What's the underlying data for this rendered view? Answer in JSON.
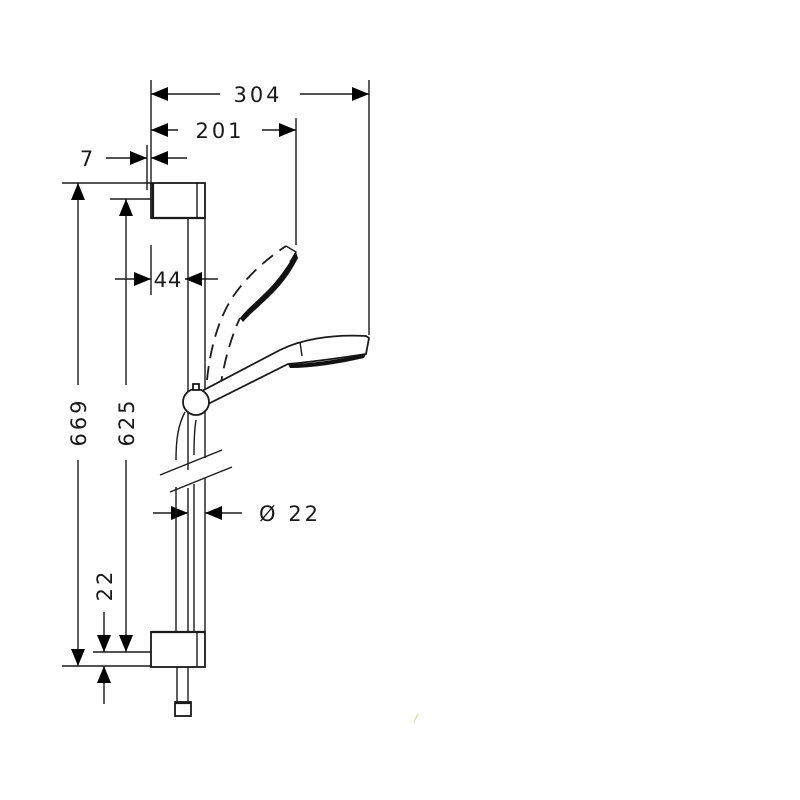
{
  "drawing": {
    "title": "Shower rail set dimension drawing",
    "units": "mm",
    "line_color": "#1a1a1a",
    "background": "#ffffff",
    "dimensions": {
      "overall_reach": "304",
      "handshower_reach": "201",
      "wall_offset": "7",
      "rail_offset": "44",
      "total_height": "669",
      "bracket_spacing": "625",
      "bottom_bracket_height": "22",
      "rail_diameter": "Ø 22"
    },
    "components": [
      "top-wall-bracket",
      "slide-rail",
      "slider-with-holder",
      "hand-shower-raised",
      "hand-shower-angled",
      "shower-hose",
      "bottom-wall-bracket",
      "hose-connector"
    ]
  }
}
